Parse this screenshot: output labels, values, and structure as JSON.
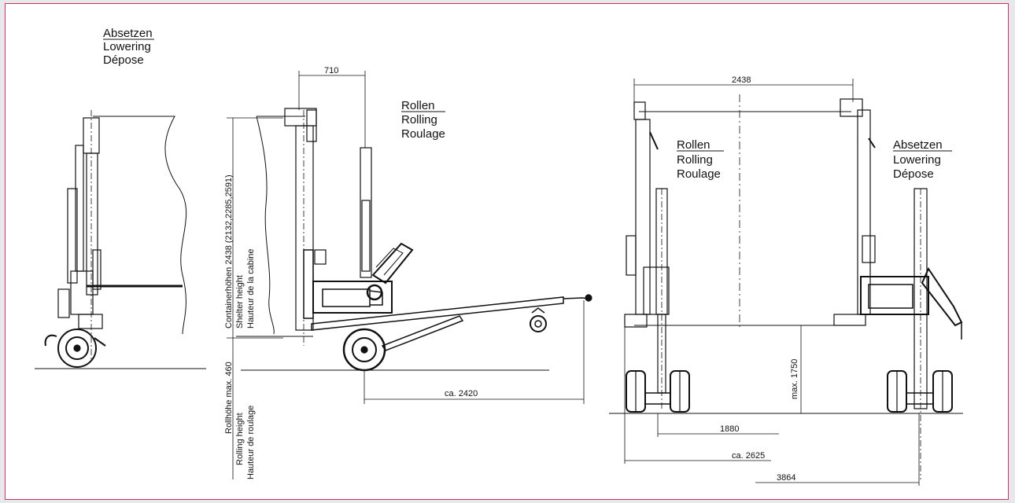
{
  "labels": {
    "left_title": [
      "Absetzen",
      "Lowering",
      "Dépose"
    ],
    "center_title": [
      "Rollen",
      "Rolling",
      "Roulage"
    ],
    "right_rolling": [
      "Rollen",
      "Rolling",
      "Roulage"
    ],
    "right_lowering": [
      "Absetzen",
      "Lowering",
      "Dépose"
    ]
  },
  "dimensions": {
    "d710": "710",
    "d2438": "2438",
    "ca2420": "ca. 2420",
    "max1750": "max. 1750",
    "d1880": "1880",
    "ca2625": "ca. 2625",
    "d3864": "3864"
  },
  "vertical_labels": {
    "container": [
      "Containerhöhen 2438 (2132,2285,2591)",
      "Shelter height",
      "Hauteur de la cabine"
    ],
    "rolling": [
      "Rollhöhe max. 460",
      "Rolling height",
      "Hauteur de roulage"
    ]
  },
  "colors": {
    "frame_border": "#c8336e",
    "background": "#e7e8ea",
    "ink": "#111111"
  }
}
